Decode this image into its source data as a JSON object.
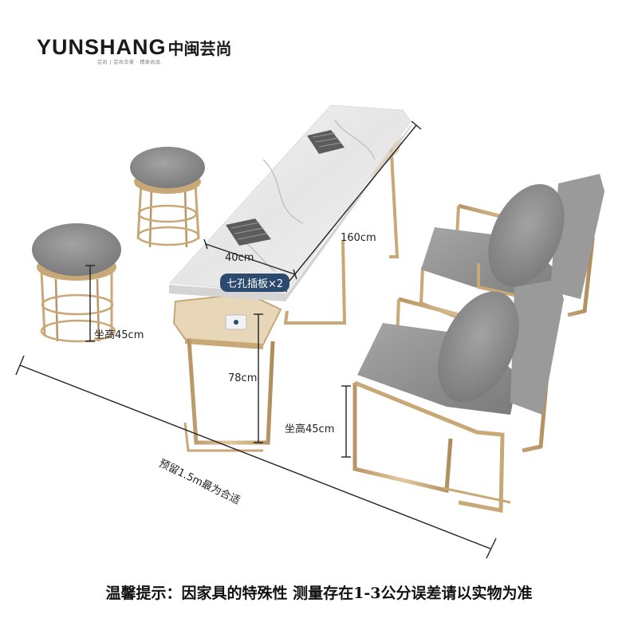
{
  "brand": {
    "name_en": "YUNSHANG",
    "name_cn": "中闽芸尚",
    "tagline": "芸尚 | 芸尚合美 · 精致尚品"
  },
  "dimensions": {
    "table_length": "160cm",
    "table_width": "40cm",
    "table_height": "78cm",
    "stool_seat_height": "坐高45cm",
    "chair_seat_height": "坐高45cm",
    "clearance": "预留1.5m最为合适"
  },
  "socket_badge": "七孔插板×2",
  "notice": "温馨提示：因家具的特殊性 测量存在1-3公分误差请以实物为准",
  "colors": {
    "gold_frame": "#c9a877",
    "marble": "#eeeeee",
    "upholstery_gray": "#8d8d8d",
    "badge_blue": "#2c4a6e"
  }
}
